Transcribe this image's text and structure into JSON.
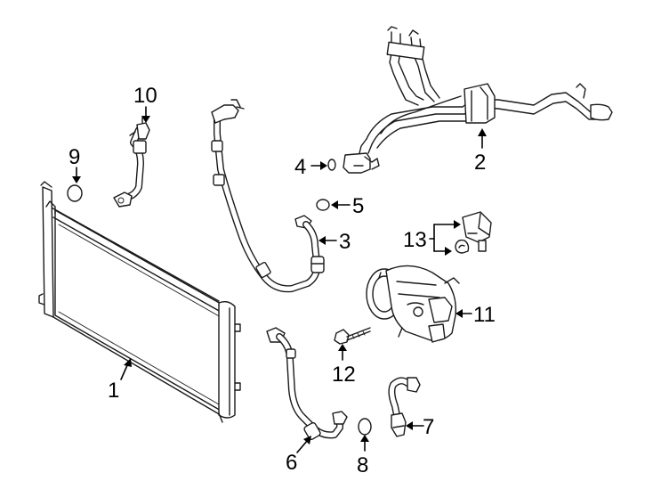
{
  "callouts": {
    "c1": "1",
    "c2": "2",
    "c3": "3",
    "c4": "4",
    "c5": "5",
    "c6": "6",
    "c7": "7",
    "c8": "8",
    "c9": "9",
    "c10": "10",
    "c11": "11",
    "c12": "12",
    "c13": "13"
  },
  "colors": {
    "line": "#1a1a1a",
    "background": "#ffffff"
  }
}
